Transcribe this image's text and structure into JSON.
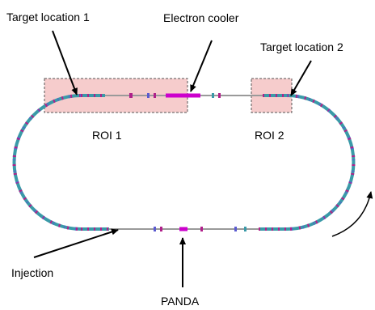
{
  "labels": {
    "target1": "Target location 1",
    "cooler": "Electron cooler",
    "target2": "Target location 2",
    "roi1": "ROI 1",
    "roi2": "ROI 2",
    "injection": "Injection",
    "panda": "PANDA"
  },
  "colors": {
    "roi_fill": "#f6cccc",
    "roi_border": "#555555",
    "ring_base": "#3a9aa8",
    "ring_magenta": "#b0208a",
    "ring_blue": "#5a5ad0",
    "straight": "#9a9a9a",
    "cooler_element": "#cc00cc"
  }
}
